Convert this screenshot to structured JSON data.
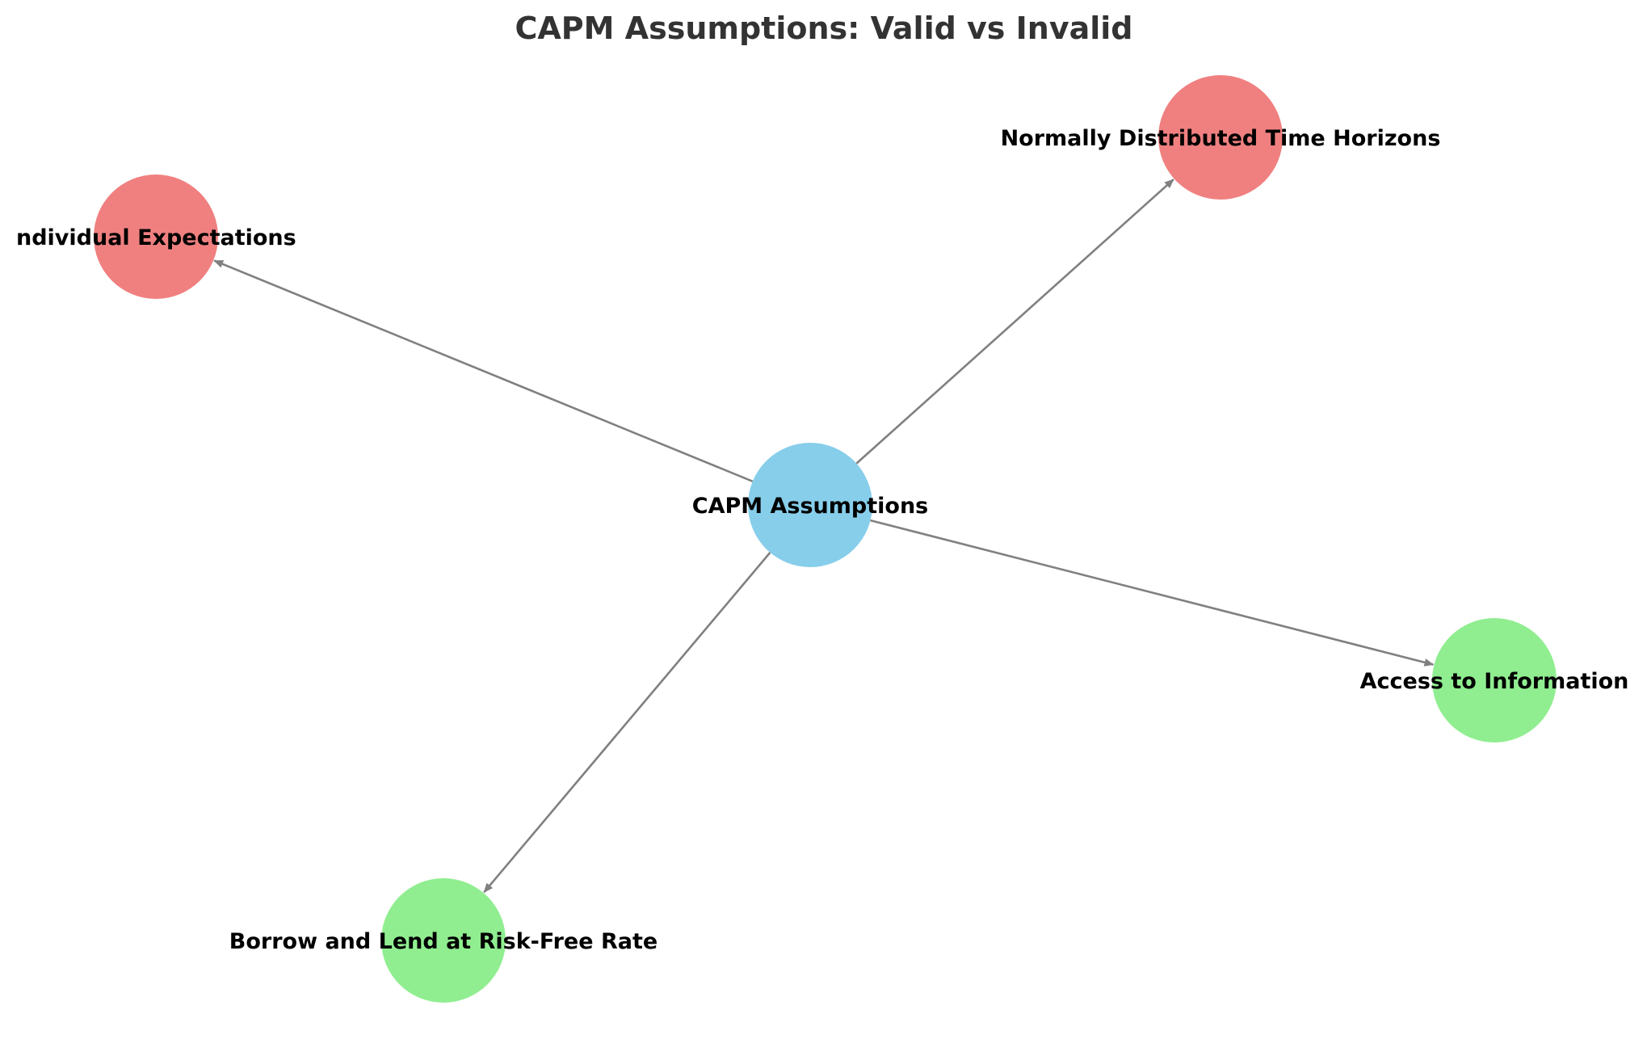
{
  "diagram": {
    "title": "CAPM Assumptions: Valid vs Invalid",
    "edge_color": "#808080",
    "nodes": [
      {
        "id": "center",
        "label": "CAPM Assumptions",
        "color": "#87CEEB"
      },
      {
        "id": "homogeneous",
        "label": "ndividual Expectations",
        "color": "#F08080"
      },
      {
        "id": "normal",
        "label": "Normally Distributed Time Horizons",
        "color": "#F08080"
      },
      {
        "id": "access",
        "label": "Access to Information",
        "color": "#90EE90"
      },
      {
        "id": "borrow",
        "label": "Borrow and Lend at Risk-Free Rate",
        "color": "#90EE90"
      }
    ],
    "edges": [
      {
        "from": "center",
        "to": "homogeneous"
      },
      {
        "from": "center",
        "to": "normal"
      },
      {
        "from": "center",
        "to": "access"
      },
      {
        "from": "center",
        "to": "borrow"
      }
    ]
  }
}
